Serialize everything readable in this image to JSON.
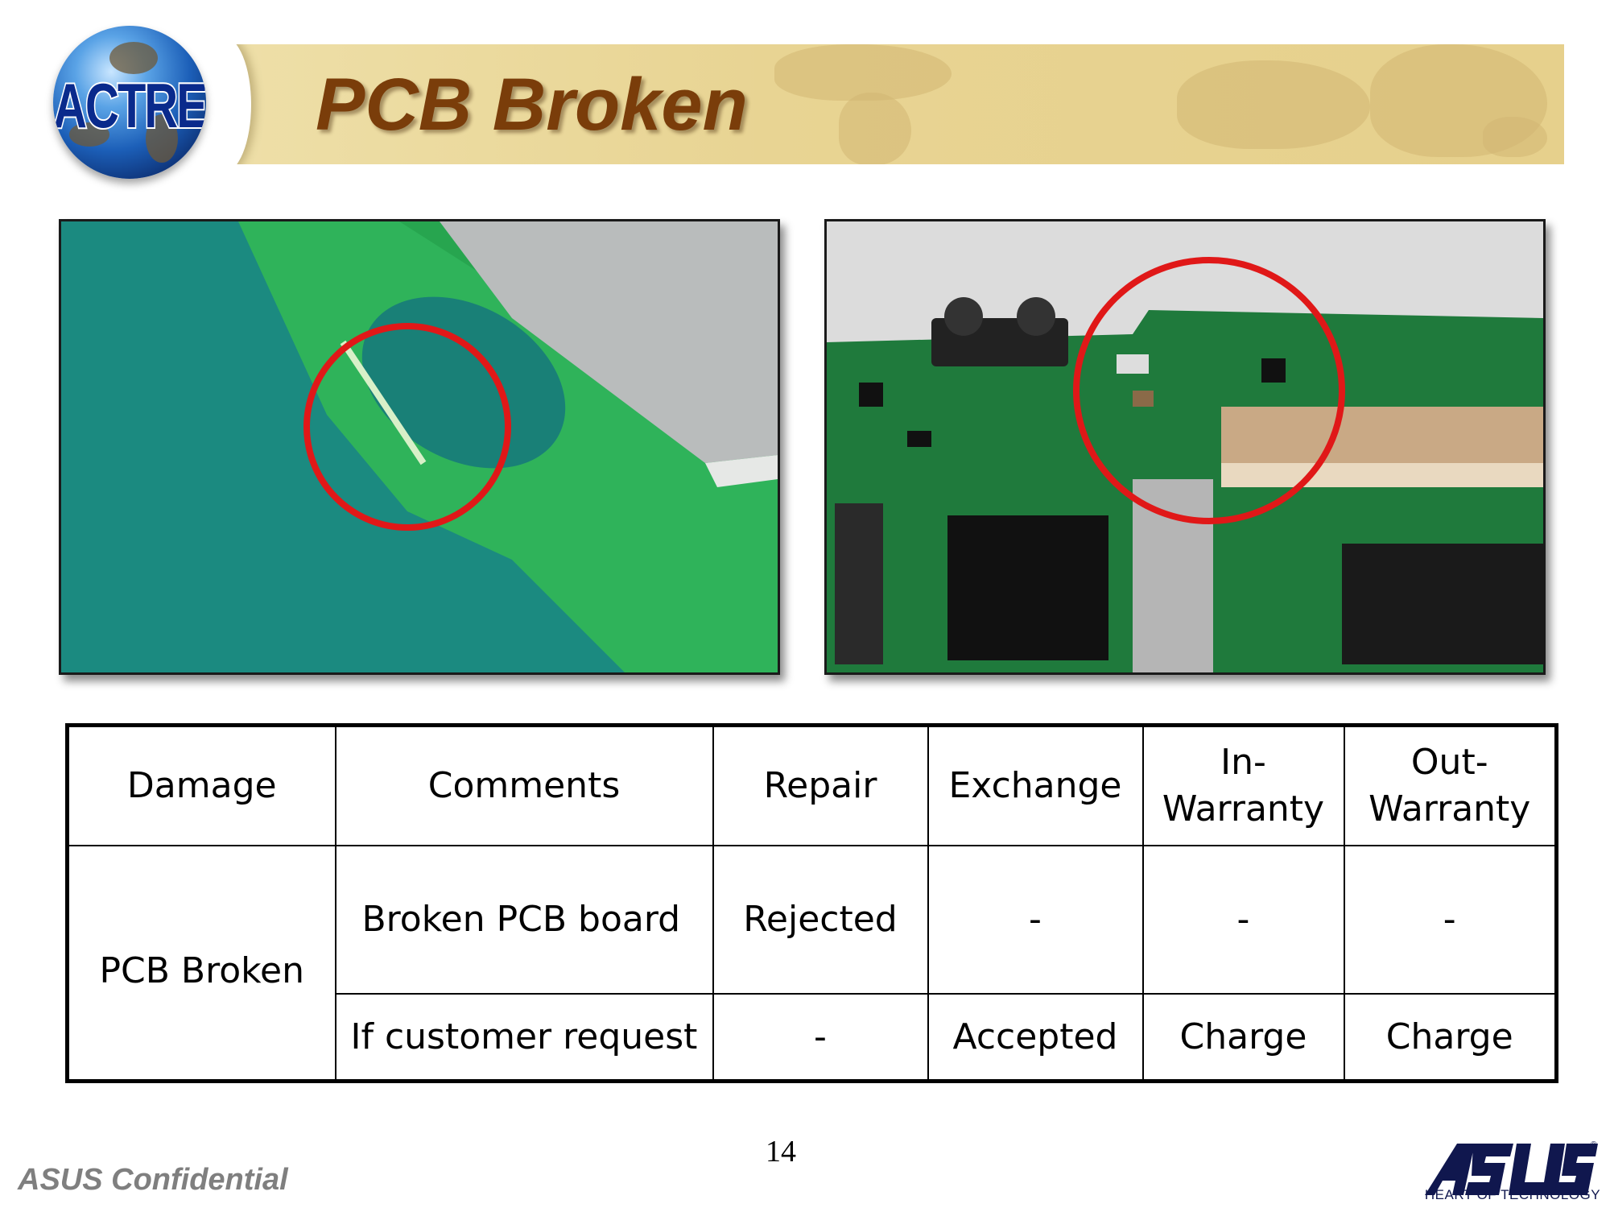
{
  "header": {
    "logo_text": "ACTRE",
    "title": "PCB Broken"
  },
  "table": {
    "headers": [
      "Damage",
      "Comments",
      "Repair",
      "Exchange",
      "In-\nWarranty",
      "Out-\nWarranty"
    ],
    "damage": "PCB Broken",
    "rows": [
      {
        "comments": "Broken PCB board",
        "repair": "Rejected",
        "exchange": "-",
        "in_warranty": "-",
        "out_warranty": "-"
      },
      {
        "comments": "If customer request",
        "repair": "-",
        "exchange": "Accepted",
        "in_warranty": "Charge",
        "out_warranty": "Charge"
      }
    ]
  },
  "footer": {
    "page_number": "14",
    "confidential": "ASUS Confidential",
    "brand_tagline": "HEART OF TECHNOLOGY",
    "brand_logo": "ASUS"
  },
  "colors": {
    "title": "#7a3d0a",
    "banner": "#e8d493",
    "annotation_circle": "#e01818",
    "brand": "#10174e"
  },
  "icons": [
    "actre-globe-logo",
    "asus-logo"
  ]
}
